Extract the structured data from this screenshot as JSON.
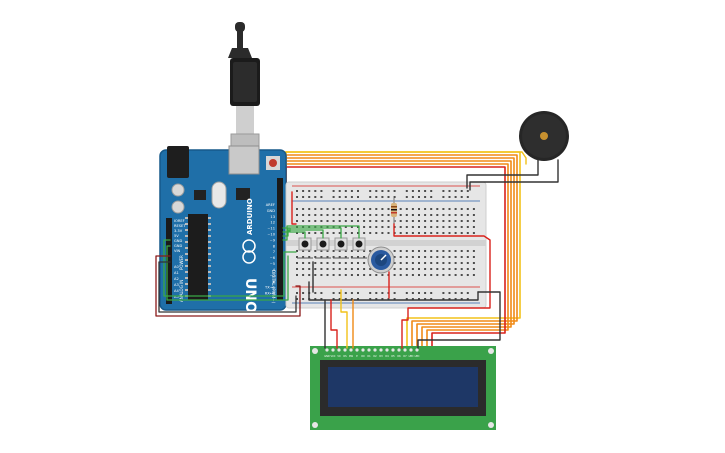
{
  "colors": {
    "arduino_board": "#1f6fa8",
    "arduino_board_dark": "#17598a",
    "breadboard": "#e6e6e6",
    "breadboard_channel": "#cfcfcf",
    "hole": "#4d4d4d",
    "rail_red": "#d9221c",
    "rail_blue": "#2a5fa8",
    "wire_red": "#d9221c",
    "wire_black": "#333333",
    "wire_orange": "#f08a16",
    "wire_yellow": "#f2c21a",
    "wire_green": "#39a845",
    "lcd_board": "#3aa24a",
    "lcd_frame": "#2b2b2b",
    "lcd_screen": "#1e3766",
    "buzzer_body": "#262626",
    "buzzer_center": "#c8912f",
    "pot_knob": "#2a5aa0"
  },
  "arduino": {
    "brand": "ARDUINO",
    "model": "UNO",
    "power_labels": [
      "IOREF",
      "RESET",
      "3.3V",
      "5V",
      "GND",
      "GND",
      "VIN"
    ],
    "analog_labels": [
      "A0",
      "A1",
      "A2",
      "A3",
      "A4",
      "A5"
    ],
    "section_power": "POWER",
    "section_analog": "ANALOG IN",
    "digital_labels": [
      "AREF",
      "GND",
      "13",
      "12",
      "~11",
      "~10",
      "~9",
      "8",
      "7",
      "~6",
      "~5",
      "4",
      "~3",
      "2",
      "TX→1",
      "RX←0"
    ],
    "section_digital": "DIGITAL (PWM~)"
  },
  "breadboard": {
    "columns": 30
  },
  "lcd": {
    "pin_labels": [
      "GND",
      "VCC",
      "V0",
      "RS",
      "RW",
      "E",
      "D0",
      "D1",
      "D2",
      "D3",
      "D4",
      "D5",
      "D6",
      "D7",
      "LED",
      "LED"
    ]
  },
  "icons": [
    "usb-cable-icon",
    "buzzer-icon",
    "potentiometer-icon",
    "pushbutton-icon",
    "resistor-icon"
  ]
}
